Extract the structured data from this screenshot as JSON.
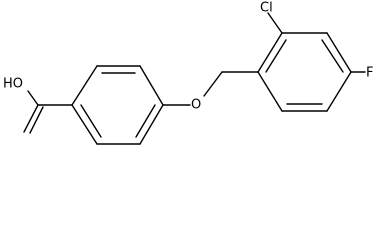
{
  "molecule": {
    "atoms": {
      "hydroxyl": "HO",
      "ether_oxygen": "O",
      "chlorine": "Cl",
      "fluorine": "F"
    }
  }
}
